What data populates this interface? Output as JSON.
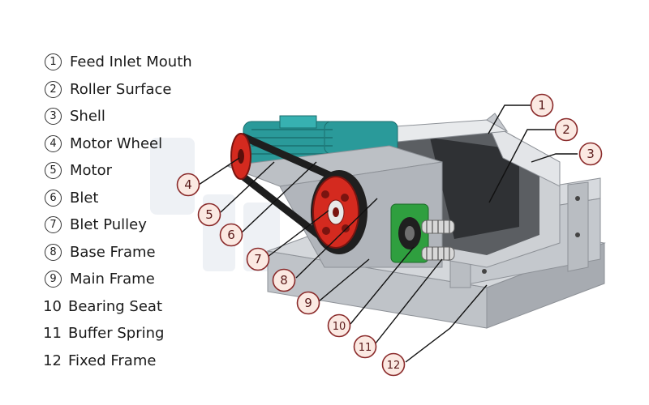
{
  "legend": {
    "items": [
      {
        "num": "1",
        "label": "Feed Inlet Mouth",
        "circled": true
      },
      {
        "num": "2",
        "label": "Roller Surface",
        "circled": true
      },
      {
        "num": "3",
        "label": "Shell",
        "circled": true
      },
      {
        "num": "4",
        "label": "Motor Wheel",
        "circled": true
      },
      {
        "num": "5",
        "label": "Motor",
        "circled": true
      },
      {
        "num": "6",
        "label": "Blet",
        "circled": true
      },
      {
        "num": "7",
        "label": "Blet Pulley",
        "circled": true
      },
      {
        "num": "8",
        "label": "Base Frame",
        "circled": true
      },
      {
        "num": "9",
        "label": "Main Frame",
        "circled": true
      },
      {
        "num": "10",
        "label": "Bearing Seat",
        "circled": false
      },
      {
        "num": "11",
        "label": "Buffer Spring",
        "circled": false
      },
      {
        "num": "12",
        "label": "Fixed Frame",
        "circled": false
      }
    ]
  },
  "callouts": [
    {
      "num": "1"
    },
    {
      "num": "2"
    },
    {
      "num": "3"
    },
    {
      "num": "4"
    },
    {
      "num": "5"
    },
    {
      "num": "6"
    },
    {
      "num": "7"
    },
    {
      "num": "8"
    },
    {
      "num": "9"
    },
    {
      "num": "10"
    },
    {
      "num": "11"
    },
    {
      "num": "12"
    }
  ],
  "colors": {
    "callout_stroke": "#8a2a2a",
    "callout_fill": "#fbe9e2",
    "callout_text": "#5a1a1a",
    "leader": "#111111",
    "motor": "#1f8f8f",
    "pulley": "#d9251d",
    "belt": "#222222",
    "frame": "#c9ccd0",
    "bearing": "#2ea043"
  }
}
